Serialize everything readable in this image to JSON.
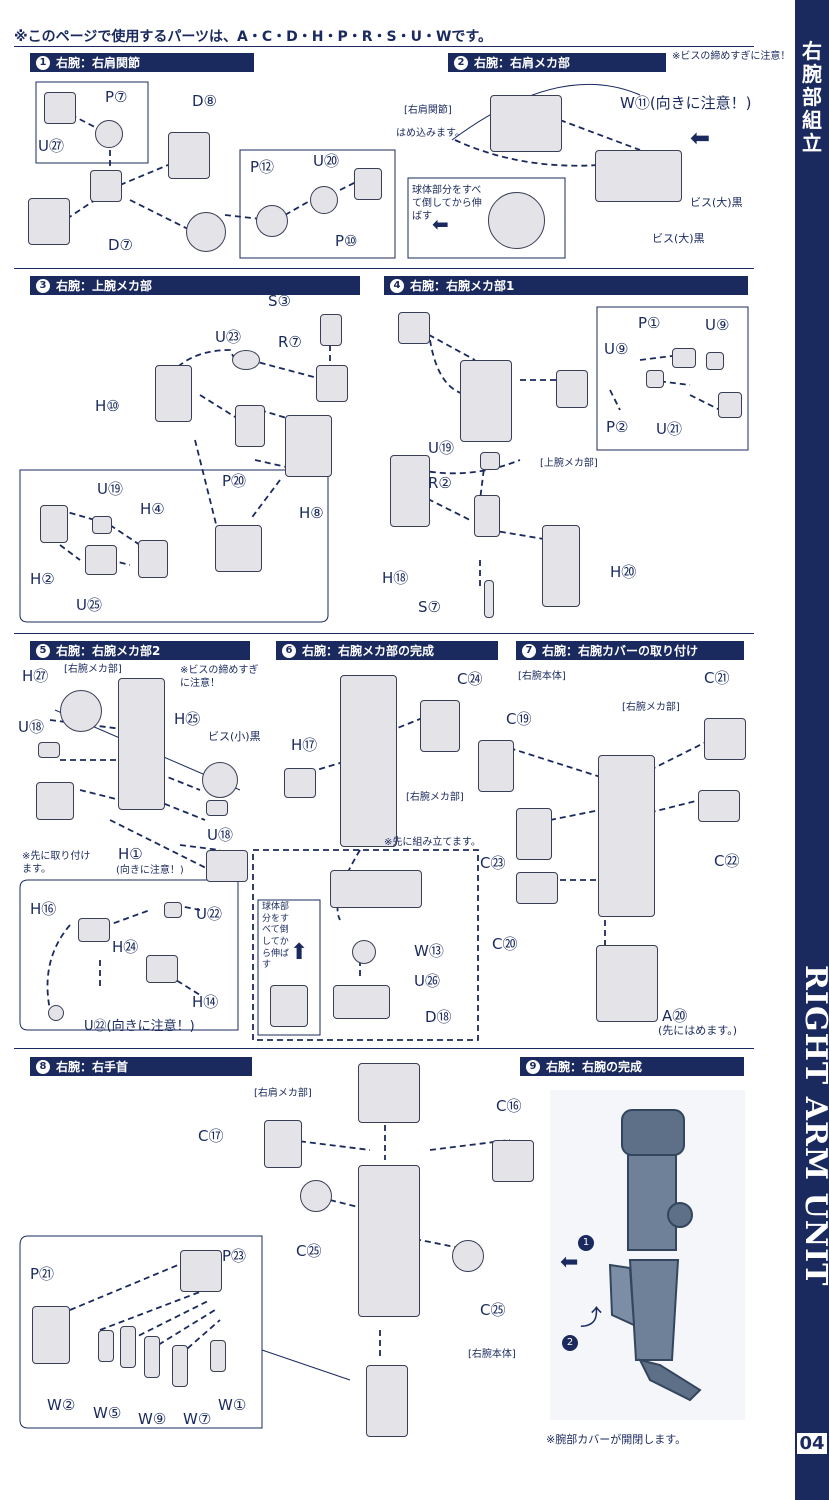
{
  "header": {
    "note": "※このページで使用するパーツは、A・C・D・H・P・R・S・U・Wです。"
  },
  "sidebar": {
    "jp_title": "右腕部組立",
    "en_title": "RIGHT ARM UNIT ASSEMBLE",
    "page_number": "04"
  },
  "steps": [
    {
      "num": "1",
      "title": "右腕：右肩関節"
    },
    {
      "num": "2",
      "title": "右腕：右肩メカ部"
    },
    {
      "num": "3",
      "title": "右腕：上腕メカ部"
    },
    {
      "num": "4",
      "title": "右腕：右腕メカ部1"
    },
    {
      "num": "5",
      "title": "右腕：右腕メカ部2"
    },
    {
      "num": "6",
      "title": "右腕：右腕メカ部の完成"
    },
    {
      "num": "7",
      "title": "右腕：右腕カバーの取り付け"
    },
    {
      "num": "8",
      "title": "右腕：右手首"
    },
    {
      "num": "9",
      "title": "右腕：右腕の完成"
    }
  ],
  "step1": {
    "p7": "P⑦",
    "u27": "U㉗",
    "d8": "D⑧",
    "d7": "D⑦",
    "p12": "P⑫",
    "u20": "U⑳",
    "p10": "P⑩"
  },
  "step2": {
    "note": "※ビスの締めすぎに注意！",
    "w11": "W⑪(向きに注意！)",
    "joint_label": "[右肩関節]",
    "fit_in": "はめ込みます。",
    "sphere_note": "球体部分をすべて倒してから伸ばす",
    "screw1": "ビス(大)黒",
    "screw2": "ビス(大)黒"
  },
  "step3": {
    "u23": "U㉓",
    "s3": "S③",
    "r7": "R⑦",
    "h10": "H⑩",
    "p20": "P⑳",
    "h8": "H⑧",
    "u19": "U⑲",
    "h4": "H④",
    "h2": "H②",
    "u25": "U㉕"
  },
  "step4": {
    "p1": "P①",
    "u9a": "U⑨",
    "u9b": "U⑨",
    "p2": "P②",
    "u21": "U㉑",
    "u19": "U⑲",
    "upper_label": "[上腕メカ部]",
    "r2": "R②",
    "h18": "H⑱",
    "h20": "H⑳",
    "s7": "S⑦"
  },
  "step5": {
    "h27": "H㉗",
    "arm_label": "[右腕メカ部]",
    "note": "※ビスの締めすぎに注意！",
    "u18a": "U⑱",
    "h25": "H㉕",
    "screw": "ビス(小)黒",
    "u18b": "U⑱",
    "first_note": "※先に取り付けます。",
    "h1": "H①",
    "h1_note": "(向きに注意！)",
    "h16": "H⑯",
    "u22a": "U㉒",
    "h24": "H㉔",
    "h14": "H⑭",
    "u22b": "U㉒(向きに注意！)"
  },
  "step6": {
    "c24": "C㉔",
    "h17": "H⑰",
    "arm_label": "[右腕メカ部]",
    "first_note": "※先に組み立てます。",
    "sphere_note": "球体部分をすべて倒してから伸ばす",
    "w13": "W⑬",
    "u26": "U㉖",
    "d18": "D⑱"
  },
  "step7": {
    "body_label": "[右腕本体]",
    "c21": "C㉑",
    "c19": "C⑲",
    "arm_label": "[右腕メカ部]",
    "c23": "C㉓",
    "c22": "C㉒",
    "c20": "C⑳",
    "a20": "A⑳",
    "a20_note": "(先にはめます。)"
  },
  "step8": {
    "shoulder_label": "[右肩メカ部]",
    "c17": "C⑰",
    "c16": "C⑯",
    "c25a": "C㉕",
    "c25b": "C㉕",
    "body_label": "[右腕本体]",
    "p21": "P㉑",
    "p23": "P㉓",
    "w2": "W②",
    "w5": "W⑤",
    "w9": "W⑨",
    "w7": "W⑦",
    "w1": "W①"
  },
  "step9": {
    "mark1": "1",
    "mark2": "2",
    "note": "※腕部カバーが開閉します。"
  },
  "colors": {
    "navy": "#1b2a5e",
    "part": "#e3e3e8",
    "render": "#5d7088"
  }
}
